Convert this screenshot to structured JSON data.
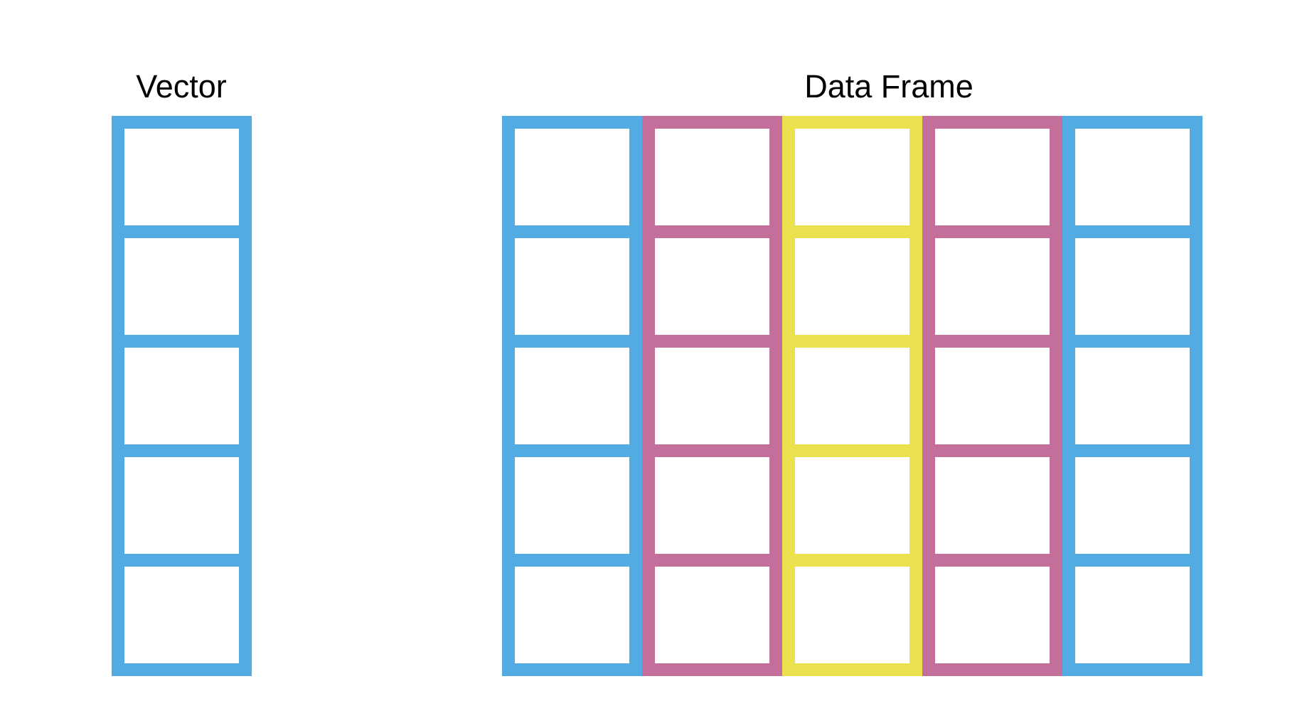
{
  "labels": {
    "vector": "Vector",
    "data_frame": "Data Frame"
  },
  "colors": {
    "blue": "#52ABE3",
    "pink": "#C36E9B",
    "yellow": "#EBE14F"
  },
  "vector": {
    "color": "blue",
    "cells": 5
  },
  "data_frame": {
    "columns": [
      {
        "color": "blue",
        "cells": 5
      },
      {
        "color": "pink",
        "cells": 5
      },
      {
        "color": "yellow",
        "cells": 5
      },
      {
        "color": "pink",
        "cells": 5
      },
      {
        "color": "blue",
        "cells": 5
      }
    ]
  }
}
